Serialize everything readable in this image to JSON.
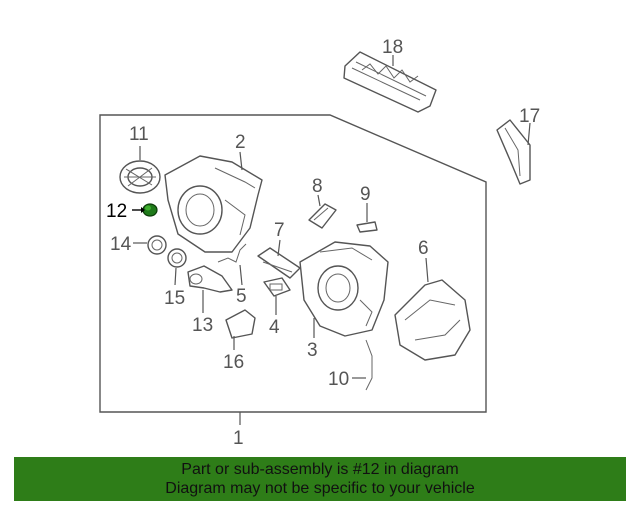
{
  "diagram": {
    "callouts": [
      "1",
      "2",
      "3",
      "4",
      "5",
      "6",
      "7",
      "8",
      "9",
      "10",
      "11",
      "12",
      "13",
      "14",
      "15",
      "16",
      "17",
      "18"
    ],
    "highlighted_part": "12"
  },
  "banner": {
    "line1": "Part or sub-assembly is #12 in diagram",
    "line2": "Diagram may not be specific to your vehicle"
  },
  "colors": {
    "banner_bg": "#2e7d18",
    "highlight_part": "#1f7a1a"
  }
}
